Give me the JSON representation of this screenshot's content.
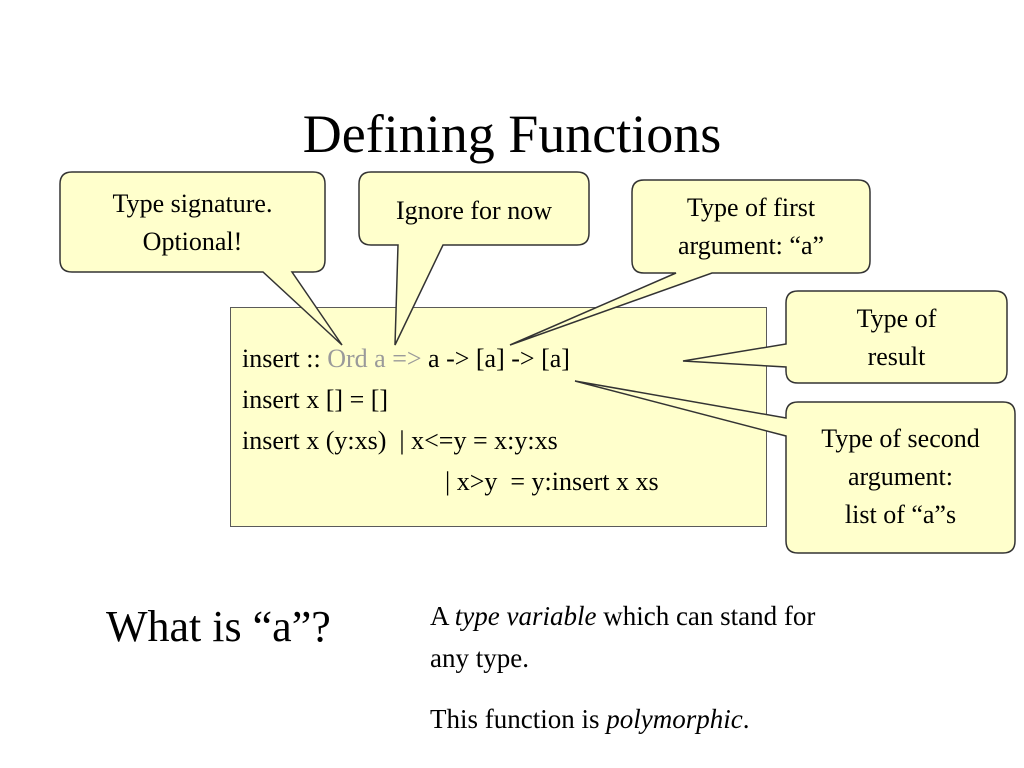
{
  "slide": {
    "title": "Defining Functions"
  },
  "code": {
    "line1_prefix": "insert :: ",
    "line1_faded": "Ord a =>",
    "line1_suffix": " a -> [a] -> [a]",
    "line2": "insert x [] = []",
    "line3": "insert x (y:xs)  | x<=y = x:y:xs",
    "line4": "| x>y  = y:insert x xs"
  },
  "callouts": {
    "type_signature": {
      "line1": "Type signature.",
      "line2": "Optional!"
    },
    "ignore": {
      "line1": "Ignore for now"
    },
    "first_arg": {
      "line1": "Type of first",
      "line2": "argument: “a”"
    },
    "result": {
      "line1": "Type of",
      "line2": "result"
    },
    "second_arg": {
      "line1": "Type of second",
      "line2": "argument:",
      "line3": "list of “a”s"
    }
  },
  "explanation": {
    "question": "What is “a”?",
    "line1_prefix": "A ",
    "line1_italic": "type variable",
    "line1_suffix": " which can stand for",
    "line2": "any type.",
    "line3_prefix": "This function is ",
    "line3_italic": "polymorphic",
    "line3_suffix": "."
  },
  "colors": {
    "bubble_fill": "#ffffcc",
    "outline": "#333333",
    "faded_text": "#9a9a9a"
  }
}
